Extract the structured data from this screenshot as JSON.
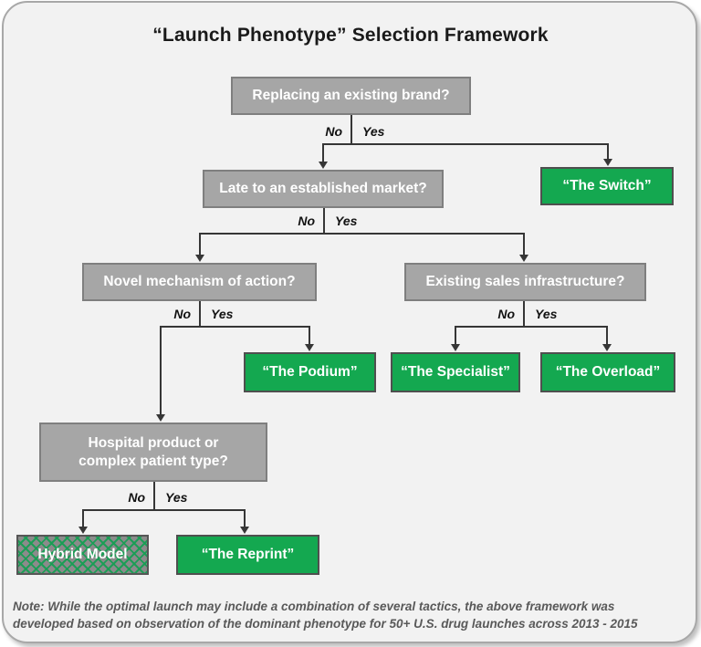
{
  "title": "“Launch Phenotype” Selection Framework",
  "nodes": {
    "q_replacing": "Replacing an existing brand?",
    "q_late": "Late to an established market?",
    "q_novel": "Novel mechanism of action?",
    "q_sales": "Existing sales infrastructure?",
    "q_hospital": "Hospital product or complex patient type?",
    "o_switch": "“The Switch”",
    "o_podium": "“The Podium”",
    "o_specialist": "“The Specialist”",
    "o_overload": "“The Overload”",
    "o_hybrid": "Hybrid Model",
    "o_reprint": "“The Reprint”"
  },
  "branches": {
    "replacing": {
      "no": "No",
      "yes": "Yes"
    },
    "late": {
      "no": "No",
      "yes": "Yes"
    },
    "novel": {
      "no": "No",
      "yes": "Yes"
    },
    "sales": {
      "no": "No",
      "yes": "Yes"
    },
    "hospital": {
      "no": "No",
      "yes": "Yes"
    }
  },
  "note": {
    "line1": "Note: While the optimal launch may include a combination of several tactics, the above framework was",
    "line2": "developed based on observation of the dominant phenotype for 50+ U.S. drug launches across 2013 - 2015"
  },
  "colors": {
    "panel-bg": "#f2f2f2",
    "panel-border": "#a8a8a8",
    "gray-box": "#a6a6a6",
    "gray-border": "#7f7f7f",
    "green": "#14a850",
    "line": "#363636",
    "note": "#595959"
  }
}
